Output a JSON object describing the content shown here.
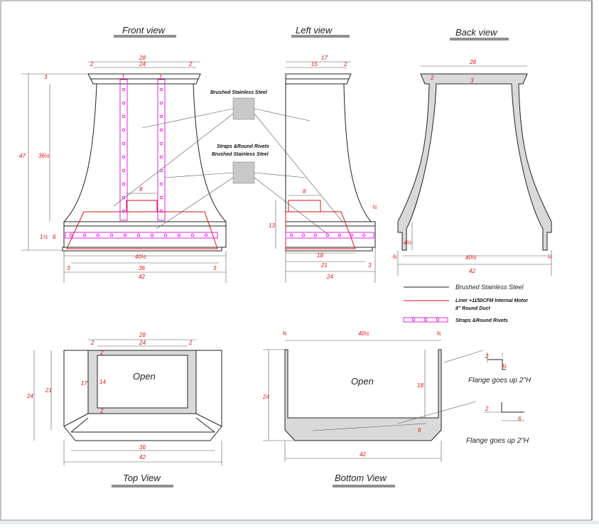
{
  "views": {
    "front": "Front view",
    "left": "Left view",
    "back": "Back view",
    "top": "Top View",
    "bottom": "Bottom View"
  },
  "callouts": {
    "material1": "Brushed Stainless Steel",
    "material2_line1": "Straps &Round Rivets",
    "material2_line2": "Brushed Stainless Steel"
  },
  "legend": {
    "black": "Brushed Stainless Steel",
    "red_line1": "Liner +1150CFM Internal Motor",
    "red_line2": "8\" Round Duct",
    "magenta": "Straps &Round Rivets"
  },
  "labels": {
    "open": "Open",
    "flange": "Flange goes up 2\"H"
  },
  "dims": {
    "front_28": "28",
    "front_24": "24",
    "front_2l": "2",
    "front_2r": "2",
    "front_3top": "3",
    "front_47": "47",
    "front_36h": "36½",
    "front_6": "6",
    "front_1h": "1½",
    "front_8": "8",
    "front_1a": "1",
    "front_1b": "1",
    "front_40h": "40½",
    "front_3bl": "3",
    "front_3br": "3",
    "front_36": "36",
    "front_42": "42",
    "left_17": "17",
    "left_15": "15",
    "left_2": "2",
    "left_half": "½",
    "left_8": "8",
    "left_13": "13",
    "left_18": "18",
    "left_21": "21",
    "left_3": "3",
    "left_24": "24",
    "back_28": "28",
    "back_3": "3",
    "back_4h": "4½",
    "back_40h": "40½",
    "back_3ql": "¾",
    "back_3qr": "¾",
    "back_42": "42",
    "top_28": "28",
    "top_24": "24",
    "top_2a": "2",
    "top_2b": "2",
    "top_2c": "2",
    "top_2d": "2",
    "top_17": "17",
    "top_14": "14",
    "top_24v": "24",
    "top_21": "21",
    "top_36": "36",
    "top_42": "42",
    "bot_3ql": "¾",
    "bot_40h": "40½",
    "bot_3qr": "¾",
    "bot_24": "24",
    "bot_18": "18",
    "bot_6": "6",
    "bot_42": "42",
    "fl_2a": "2",
    "fl_3q": "¾",
    "fl_2b": "2",
    "fl_6": "6"
  }
}
